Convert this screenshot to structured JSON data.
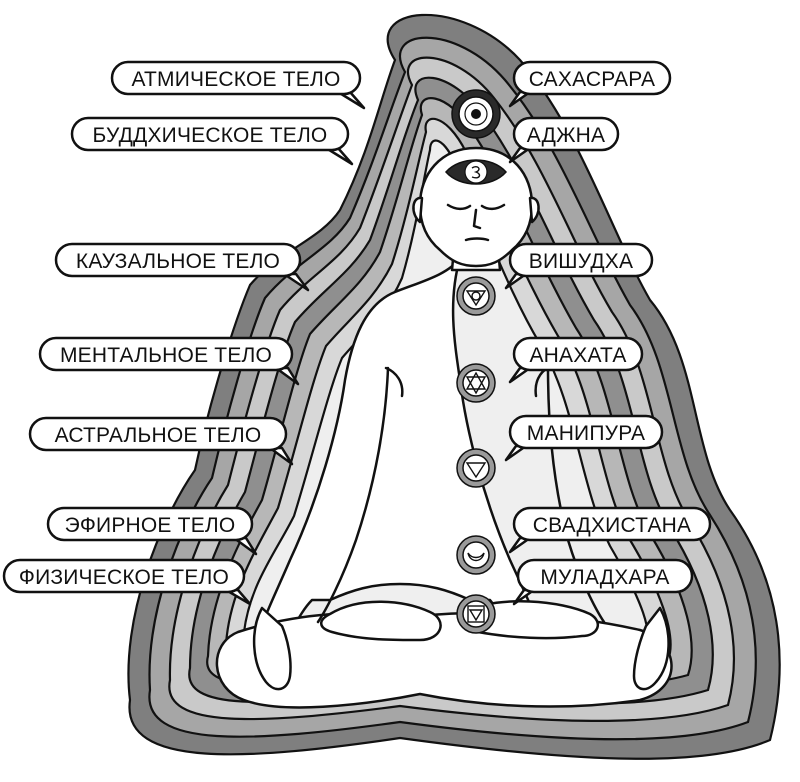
{
  "labels_left": [
    {
      "id": "atmic",
      "text": "АТМИЧЕСКОЕ ТЕЛО"
    },
    {
      "id": "buddhic",
      "text": "БУДДХИЧЕСКОЕ ТЕЛО"
    },
    {
      "id": "causal",
      "text": "КАУЗАЛЬНОЕ ТЕЛО"
    },
    {
      "id": "mental",
      "text": "МЕНТАЛЬНОЕ ТЕЛО"
    },
    {
      "id": "astral",
      "text": "АСТРАЛЬНОЕ ТЕЛО"
    },
    {
      "id": "etheric",
      "text": "ЭФИРНОЕ ТЕЛО"
    },
    {
      "id": "physical",
      "text": "ФИЗИЧЕСКОЕ ТЕЛО"
    }
  ],
  "labels_right": [
    {
      "id": "sahasrara",
      "text": "САХАСРАРА"
    },
    {
      "id": "ajna",
      "text": "АДЖНА"
    },
    {
      "id": "vishuddha",
      "text": "ВИШУДХА"
    },
    {
      "id": "anahata",
      "text": "АНАХАТА"
    },
    {
      "id": "manipura",
      "text": "МАНИПУРА"
    },
    {
      "id": "svadhisthana",
      "text": "СВАДХИСТАНА"
    },
    {
      "id": "muladhara",
      "text": "МУЛАДХАРА"
    }
  ],
  "chakras": [
    {
      "name": "sahasrara",
      "symbol": "lotus-crown-icon"
    },
    {
      "name": "ajna",
      "symbol": "eye-om-icon"
    },
    {
      "name": "vishuddha",
      "symbol": "triangle-down-circle-icon"
    },
    {
      "name": "anahata",
      "symbol": "hexagram-icon"
    },
    {
      "name": "manipura",
      "symbol": "triangle-down-icon"
    },
    {
      "name": "svadhisthana",
      "symbol": "crescent-icon"
    },
    {
      "name": "muladhara",
      "symbol": "square-triangle-icon"
    }
  ],
  "aura_layer_colors": [
    "#7f7f7f",
    "#a6a6a6",
    "#c9c9c9",
    "#8f8f8f",
    "#b7b7b7",
    "#d8d8d8",
    "#efefef"
  ]
}
